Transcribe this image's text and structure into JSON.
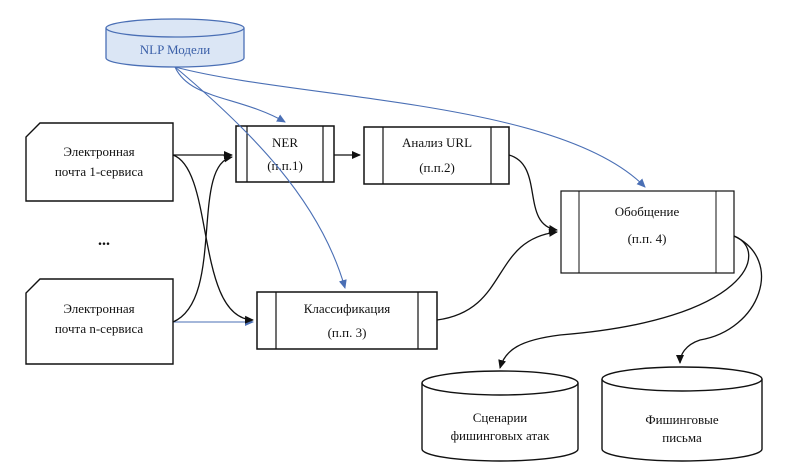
{
  "diagram": {
    "nlp_models": "NLP Модели",
    "email_1": {
      "line1": "Электронная",
      "line2": "почта 1-сервиса"
    },
    "ellipsis": "...",
    "email_n": {
      "line1": "Электронная",
      "line2": "почта n-сервиса"
    },
    "ner": {
      "name": "NER",
      "ref": "(п.п.1)"
    },
    "url": {
      "name": "Анализ URL",
      "ref": "(п.п.2)"
    },
    "classification": {
      "name": "Классификация",
      "ref": "(п.п. 3)"
    },
    "summary": {
      "name": "Обобщение",
      "ref": "(п.п. 4)"
    },
    "scenarios": {
      "line1": "Сценарии",
      "line2": "фишинговых атак"
    },
    "phishing_emails": {
      "line1": "Фишинговые",
      "line2": "письма"
    }
  },
  "colors": {
    "stroke": "#111111",
    "model_link": "#4a6fb5",
    "db_fill": "#dbe6f5"
  }
}
